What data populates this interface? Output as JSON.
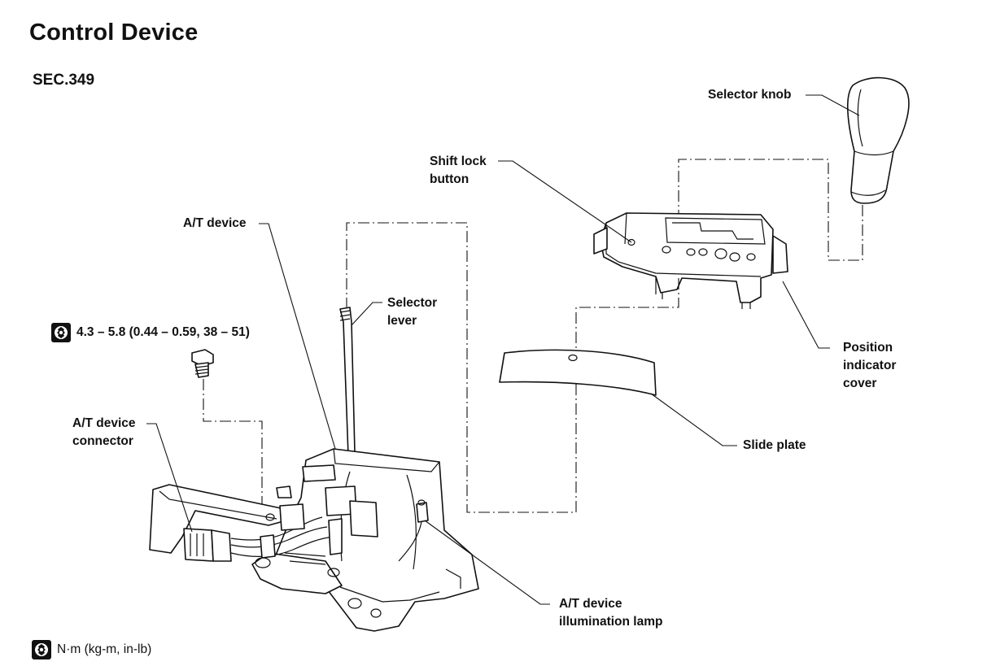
{
  "title": "Control Device",
  "section": "SEC.349",
  "labels": {
    "selector_knob": "Selector knob",
    "shift_lock_1": "Shift lock",
    "shift_lock_2": "button",
    "at_device": "A/T device",
    "selector_lever_1": "Selector",
    "selector_lever_2": "lever",
    "position_indicator_1": "Position",
    "position_indicator_2": "indicator",
    "position_indicator_3": "cover",
    "slide_plate": "Slide plate",
    "at_connector_1": "A/T device",
    "at_connector_2": "connector",
    "illumination_1": "A/T device",
    "illumination_2": "illumination lamp"
  },
  "torque": "4.3 – 5.8 (0.44 – 0.59, 38 – 51)",
  "legend": "N·m (kg-m, in-lb)",
  "icons": {
    "torque": "wrench-torque-icon"
  }
}
